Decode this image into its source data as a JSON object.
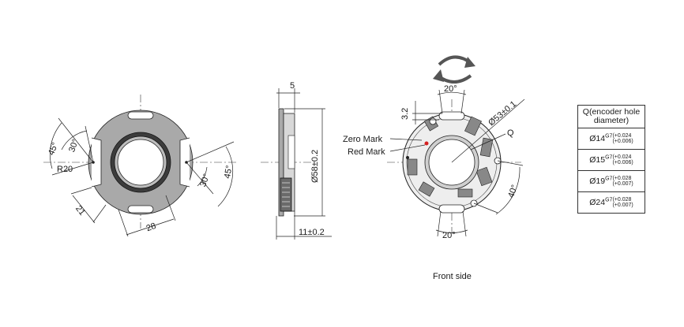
{
  "side_view": {
    "angle_45_left": "45°",
    "angle_30_left": "30°",
    "radius_label": "R20",
    "dim_21": "21",
    "dim_28": "28",
    "angle_30_right": "30°",
    "angle_45_right": "45°"
  },
  "profile_view": {
    "thickness_top": "5",
    "diameter": "Ø58±0.2",
    "depth": "11±0.2"
  },
  "front_view": {
    "rotation_label_top": "20°",
    "dim_3_2": "3.2",
    "diameter_53": "Ø53±0.1",
    "zero_mark": "Zero Mark",
    "red_mark": "Red Mark",
    "q_label": "Q",
    "angle_40": "40°",
    "rotation_label_bottom": "20°",
    "caption": "Front side"
  },
  "q_table": {
    "header": "Q(encoder hole diameter)",
    "rows": [
      {
        "base": "Ø14",
        "fit": "G7",
        "upper": "(+0.024",
        "lower": "(+0.006)"
      },
      {
        "base": "Ø15",
        "fit": "G7",
        "upper": "(+0.024",
        "lower": "(+0.006)"
      },
      {
        "base": "Ø19",
        "fit": "G7",
        "upper": "(+0.028",
        "lower": "(+0.007)"
      },
      {
        "base": "Ø24",
        "fit": "G7",
        "upper": "(+0.028",
        "lower": "(+0.007)"
      }
    ]
  },
  "colors": {
    "housing": "#a9a9a9",
    "ring": "#3c3c3c",
    "red_mark": "#d42020"
  }
}
